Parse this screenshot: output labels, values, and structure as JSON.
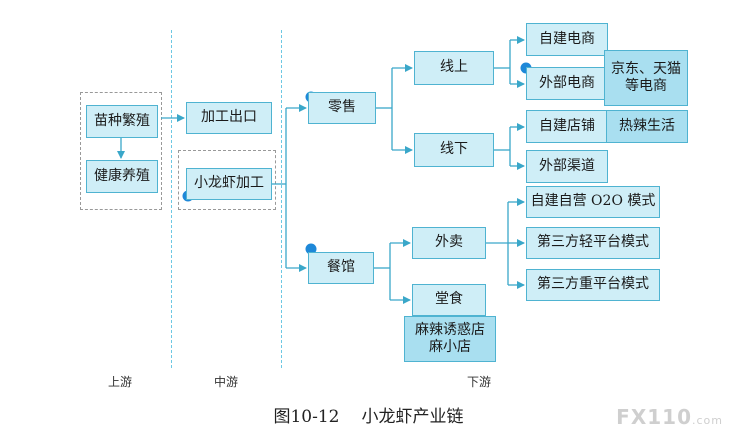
{
  "nodes": {
    "breeding": "苗种繁殖",
    "healthy_farming": "健康养殖",
    "processing_export": "加工出口",
    "crayfish_processing": "小龙虾加工",
    "retail": "零售",
    "catering": "餐馆",
    "online": "线上",
    "offline": "线下",
    "self_ecommerce": "自建电商",
    "external_ecommerce": "外部电商",
    "jd_tmall": "京东、天猫\n等电商",
    "self_store": "自建店铺",
    "relish": "热辣生活",
    "external_channel": "外部渠道",
    "takeaway": "外卖",
    "dine_in": "堂食",
    "spicy_shop": "麻辣诱惑店\n麻小店",
    "o2o_self": "自建自营 O2O 模式",
    "o2o_light": "第三方轻平台模式",
    "o2o_heavy": "第三方重平台模式"
  },
  "stages": {
    "upstream": "上游",
    "midstream": "中游",
    "downstream": "下游"
  },
  "caption": {
    "number": "图10-12",
    "title": "小龙虾产业链"
  },
  "watermark": {
    "brand": "FX110",
    "suffix": ".com"
  },
  "colors": {
    "box_fill": "#cfeef7",
    "box_fill_dark": "#a9dff0",
    "box_border": "#4fb3d1",
    "arrow": "#3aa7c9",
    "dot": "#1e88d8"
  }
}
